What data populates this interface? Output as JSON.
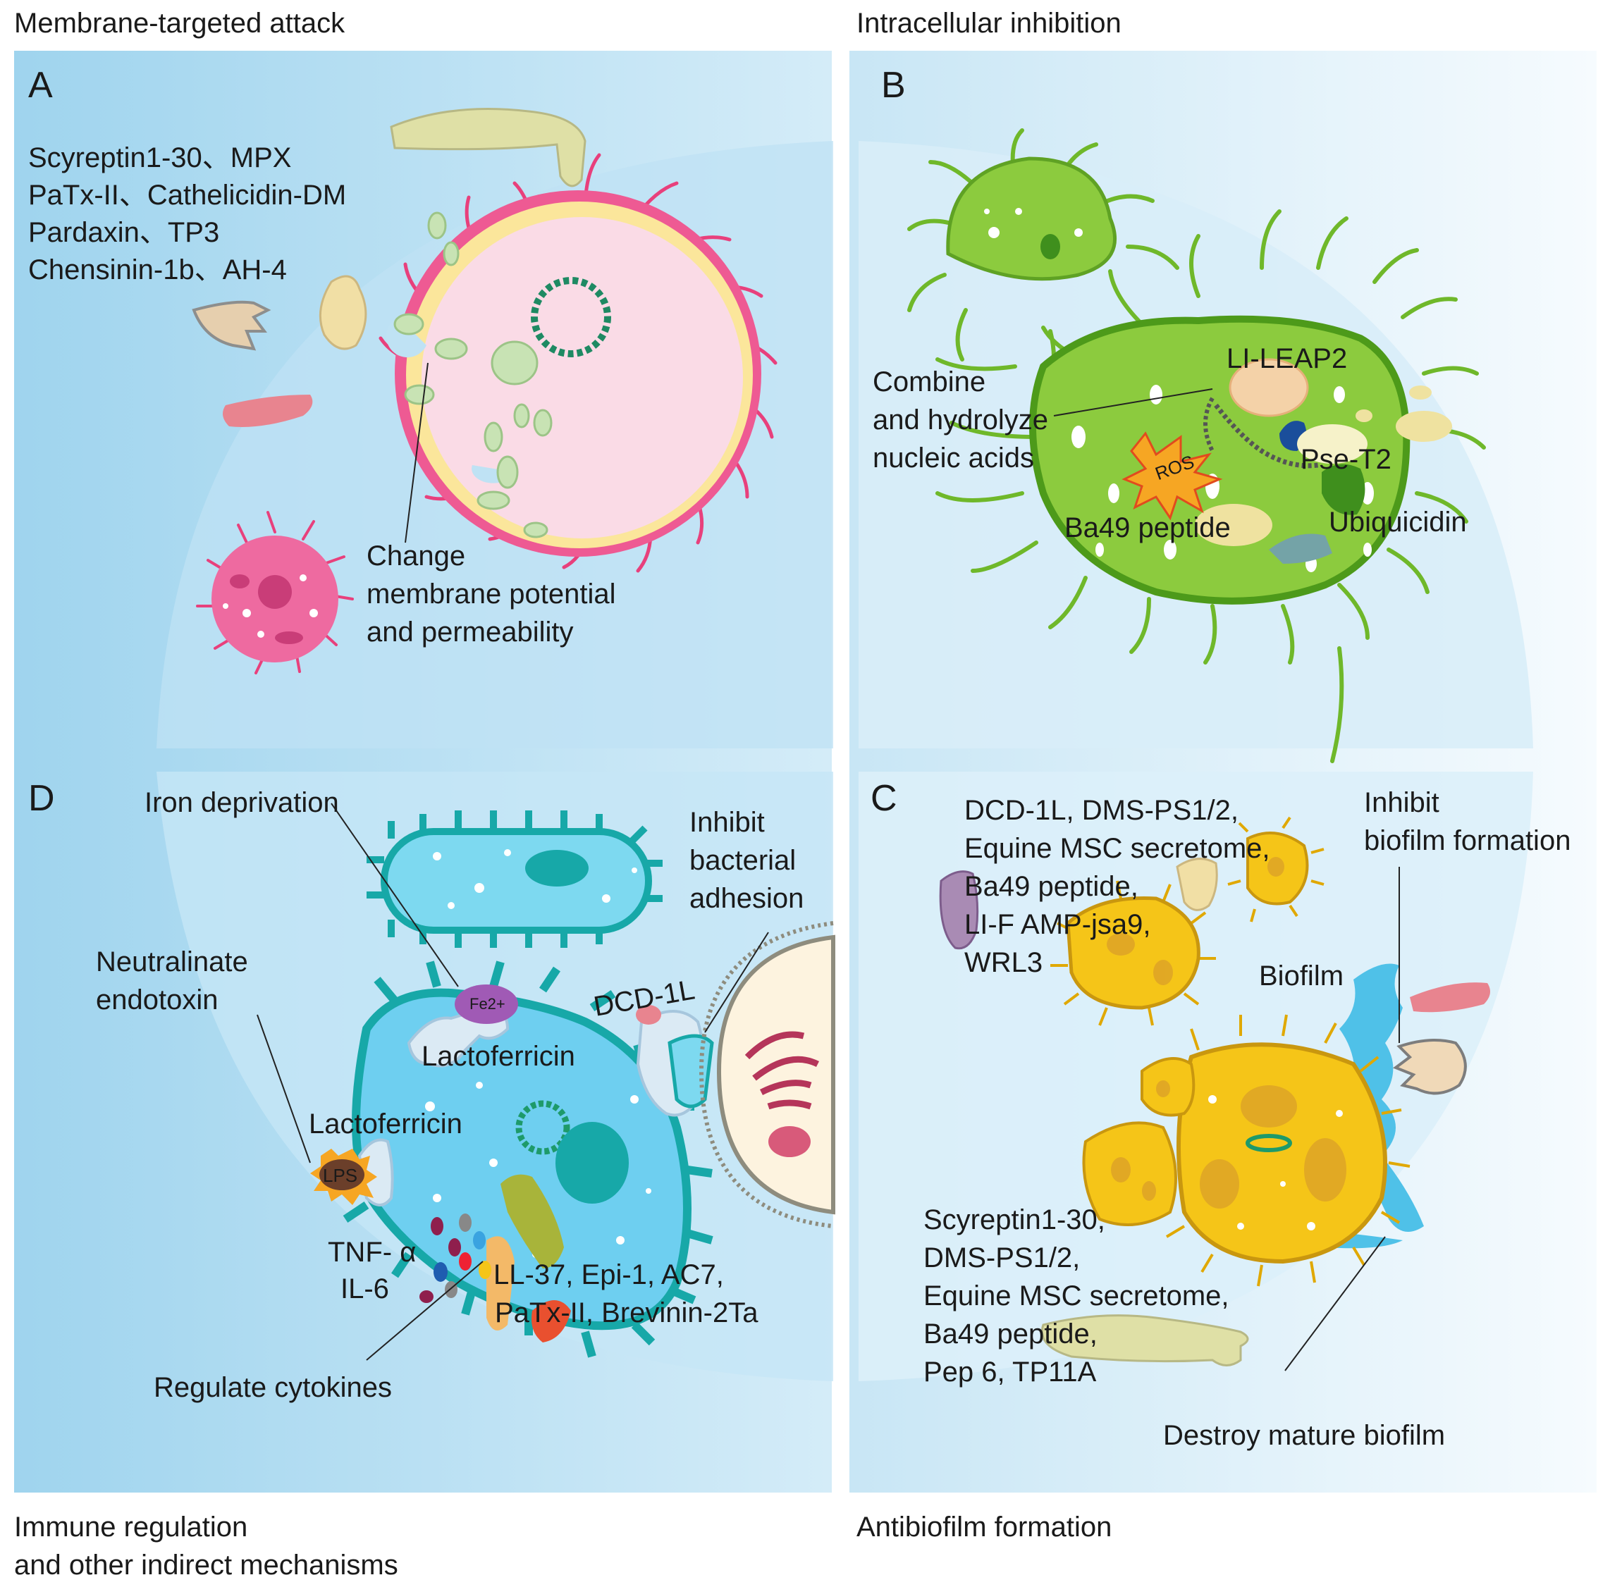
{
  "captions": {
    "top_left": "Membrane-targeted attack",
    "top_right": "Intracellular inhibition",
    "bottom_left_1": "Immune regulation",
    "bottom_left_2": "and other indirect mechanisms",
    "bottom_right": "Antibiofilm formation"
  },
  "panel_a": {
    "letter": "A",
    "peptides": [
      "Scyreptin1-30、MPX",
      "PaTx-II、Cathelicidin-DM",
      "Pardaxin、TP3",
      "Chensinin-1b、AH-4"
    ],
    "mechanism": [
      "Change",
      "membrane potential",
      "and permeability"
    ]
  },
  "panel_b": {
    "letter": "B",
    "mechanism": [
      "Combine",
      "and hydrolyze",
      "nucleic acids"
    ],
    "li_leap2": "LI-LEAP2",
    "pse_t2": "Pse-T2",
    "ros": "ROS",
    "ba49": "Ba49 peptide",
    "ubiquicidin": "Ubiquicidin"
  },
  "panel_c": {
    "letter": "C",
    "inhibit_list": [
      "DCD-1L, DMS-PS1/2,",
      "Equine MSC secretome,",
      "Ba49 peptide,",
      "LI-F AMP-jsa9,",
      "WRL3"
    ],
    "inhibit_label": [
      "Inhibit",
      "biofilm formation"
    ],
    "biofilm": "Biofilm",
    "destroy_list": [
      "Scyreptin1-30,",
      "DMS-PS1/2,",
      "Equine MSC secretome,",
      "Ba49 peptide,",
      "Pep 6, TP11A"
    ],
    "destroy_label": "Destroy mature biofilm"
  },
  "panel_d": {
    "letter": "D",
    "iron": "Iron deprivation",
    "fe": "Fe2+",
    "adhesion": [
      "Inhibit",
      "bacterial",
      "adhesion"
    ],
    "dcd": "DCD-1L",
    "neutral": [
      "Neutralinate",
      "endotoxin"
    ],
    "lactoferricin_1": "Lactoferricin",
    "lactoferricin_2": "Lactoferricin",
    "lps": "LPS",
    "tnf": "TNF- α",
    "il6": "IL-6",
    "cytokine_peptides": [
      "LL-37, Epi-1, AC7,",
      "PaTx-II, Brevinin-2Ta"
    ],
    "regulate": "Regulate cytokines"
  },
  "colors": {
    "panel_blue": "#a9d8ee",
    "cell_a": "#fadbe6",
    "membrane_pink": "#e8407c",
    "cell_b_green": "#7bbf2e",
    "cell_c_yellow": "#f5c518",
    "cell_d_cyan": "#4dc3e3",
    "biofilm_blue": "#4fc1e8"
  }
}
